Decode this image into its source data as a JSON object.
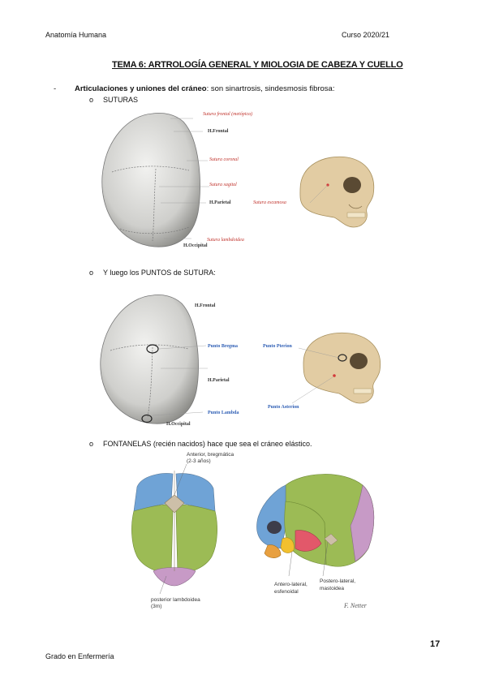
{
  "header": {
    "left": "Anatomía Humana",
    "right": "Curso 2020/21"
  },
  "title": "TEMA 6: ARTROLOGÍA GENERAL Y MIOLOGIA DE CABEZA Y CUELLO",
  "section": {
    "dash": "-",
    "bold": "Articulaciones y uniones del cráneo",
    "rest": ": son sinartrosis, sindesmosis fibrosa:"
  },
  "bullets": {
    "marker": "o",
    "suturas": "SUTURAS",
    "puntos": "Y luego los PUNTOS de SUTURA:",
    "fontanelas": "FONTANELAS (recién nacidos) hace que sea el cráneo elástico."
  },
  "fig1_labels": {
    "sutura_frontal": "Sutura frontal (metópica)",
    "h_frontal": "H.Frontal",
    "sutura_coronal": "Sutura coronal",
    "sutura_sagital": "Sutura sagital",
    "h_parietal": "H.Parietal",
    "sutura_lambdoidea": "Sutura lambdoidea",
    "h_occipital": "H.Occipital",
    "sutura_escamosa": "Sutura escamosa"
  },
  "fig2_labels": {
    "h_frontal": "H.Frontal",
    "punto_bregma": "Punto Bregma",
    "h_parietal": "H.Parietal",
    "punto_lambda": "Punto Lambda",
    "h_occipital": "H.Occipital",
    "punto_pterion": "Punto Pterion",
    "punto_asterion": "Punto Asterion"
  },
  "fig3_labels": {
    "anterior_1": "Anterior, bregmática",
    "anterior_2": "(2-3 años)",
    "posterior_1": "posterior lambdoidea",
    "posterior_2": "(3m)",
    "anterolateral_1": "Antero-lateral,",
    "anterolateral_2": "esfenoidal",
    "posterolateral_1": "Postero-lateral,",
    "posterolateral_2": "mastoidea",
    "signature": "F. Netter"
  },
  "footer": {
    "left": "Grado en Enfermería",
    "page_number": "17"
  }
}
